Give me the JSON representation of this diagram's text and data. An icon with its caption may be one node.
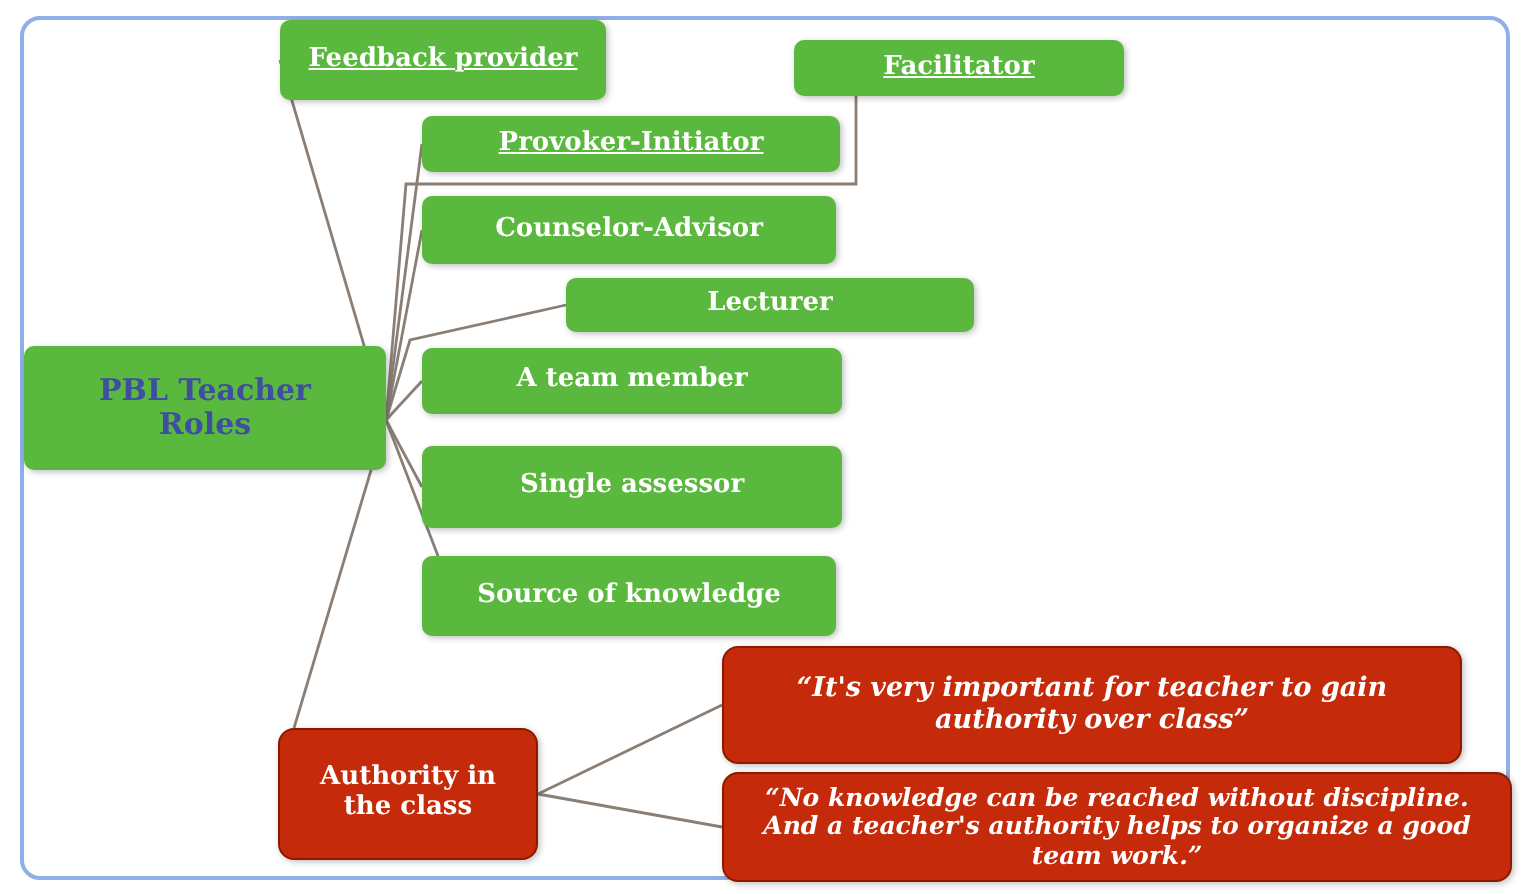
{
  "diagram": {
    "nodes": [
      {
        "text": [
          "PBL Teacher Roles"
        ]
      },
      {
        "text": [
          "Feedback provider"
        ]
      },
      {
        "text": [
          "Facilitator"
        ]
      },
      {
        "text": [
          "Provoker-Initiator"
        ]
      },
      {
        "text": [
          "Counselor-Advisor"
        ]
      },
      {
        "text": [
          "Lecturer"
        ]
      },
      {
        "text": [
          "A team member"
        ]
      },
      {
        "text": [
          "Single assessor"
        ]
      },
      {
        "text": [
          "Source of knowledge"
        ]
      },
      {
        "text": [
          "Authority in the class"
        ]
      },
      {
        "text": [
          "“It's very important for teacher to gain authority over class”"
        ]
      },
      {
        "text": [
          "“No knowledge can be reached without discipline. And a teacher's authority helps to organize a good team work.”"
        ]
      }
    ],
    "edges": [
      {
        "from": 0,
        "to": 1,
        "arrow": "none"
      },
      {
        "from": 0,
        "to": 2,
        "arrow": "none"
      },
      {
        "from": 0,
        "to": 3,
        "arrow": "none"
      },
      {
        "from": 0,
        "to": 4,
        "arrow": "none"
      },
      {
        "from": 0,
        "to": 5,
        "arrow": "none"
      },
      {
        "from": 0,
        "to": 6,
        "arrow": "none"
      },
      {
        "from": 0,
        "to": 7,
        "arrow": "none"
      },
      {
        "from": 0,
        "to": 8,
        "arrow": "none"
      },
      {
        "from": 0,
        "to": 9,
        "arrow": "none"
      },
      {
        "from": 9,
        "to": 10,
        "arrow": "none"
      },
      {
        "from": 9,
        "to": 11,
        "arrow": "none"
      }
    ]
  }
}
